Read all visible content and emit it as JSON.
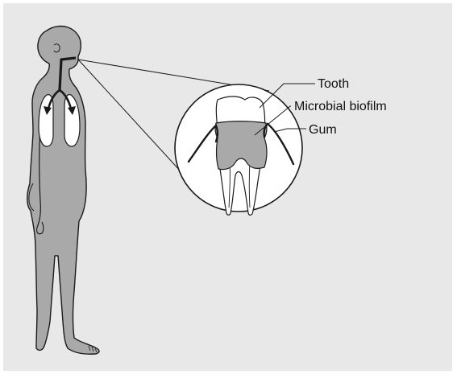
{
  "labels": {
    "tooth": "Tooth",
    "biofilm": "Microbial biofilm",
    "gum": "Gum"
  },
  "colors": {
    "panel_background": "#e8e8e8",
    "body_fill": "#a9a9a9",
    "outline": "#1a1a1a",
    "circle_fill": "#ffffff",
    "lung_fill": "#ffffff",
    "biofilm_fill": "#a9a9a9"
  }
}
